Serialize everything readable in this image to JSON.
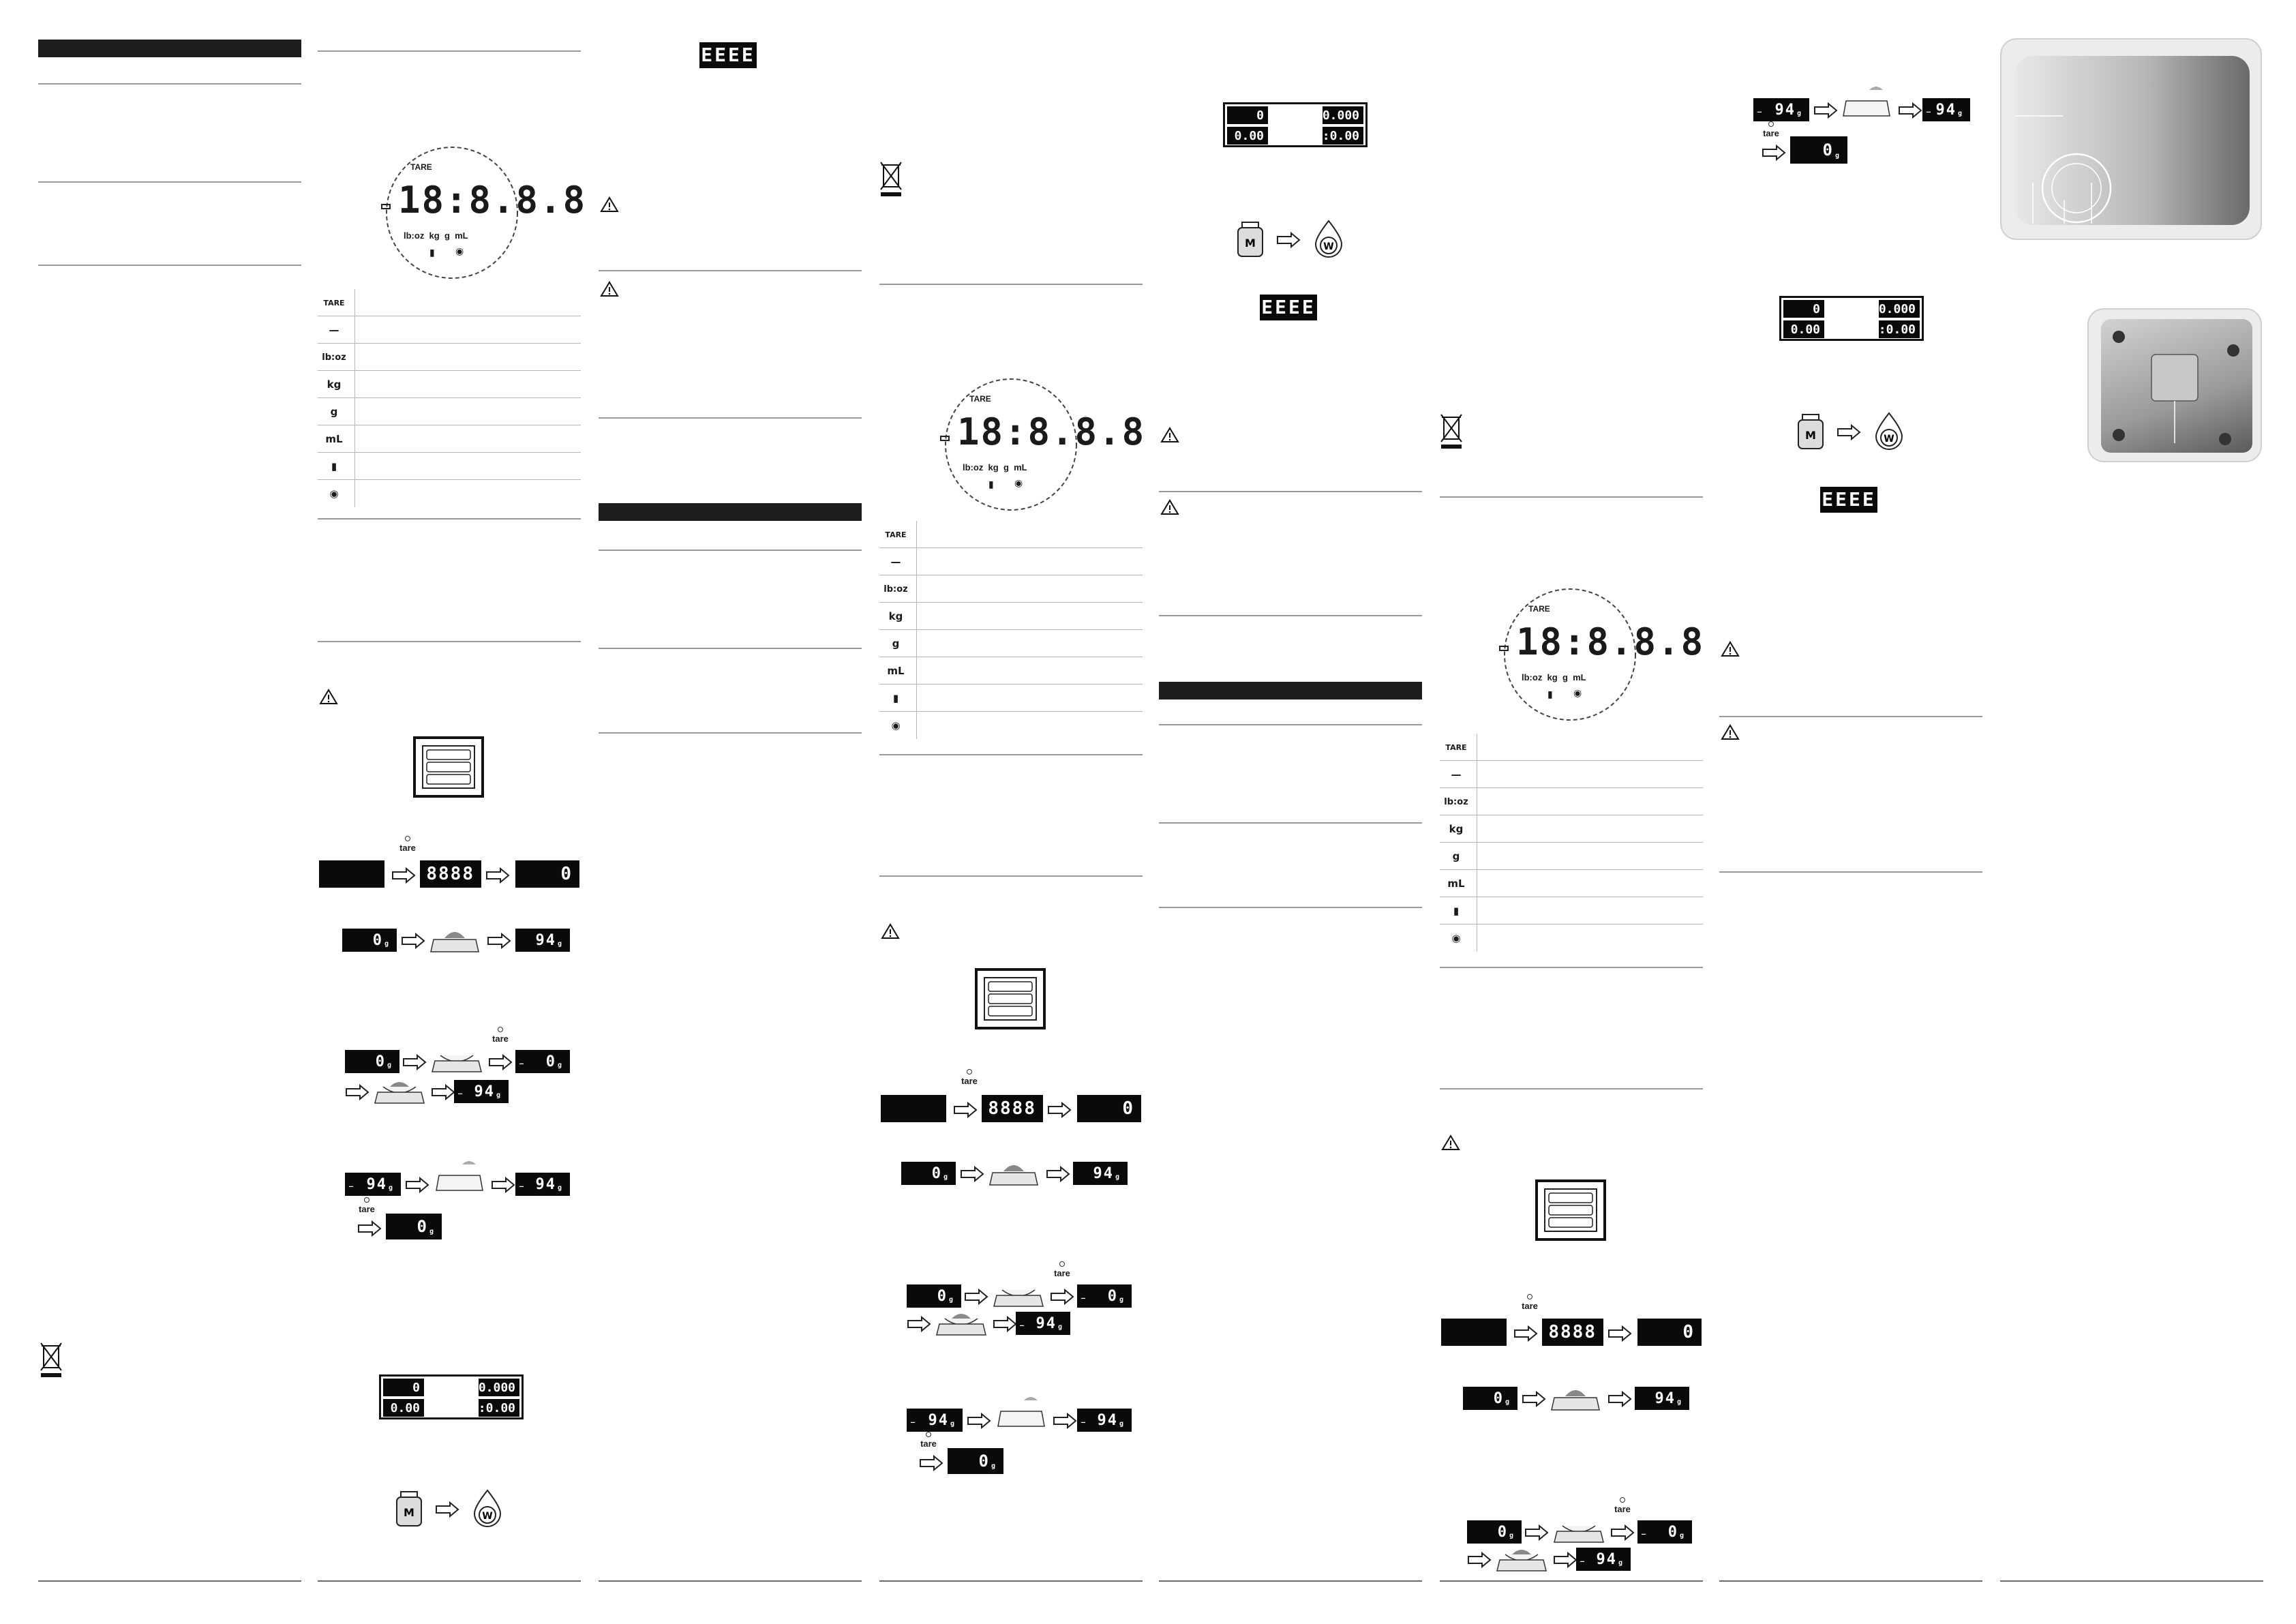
{
  "display": {
    "tare": "TARE",
    "digits": "18:8.8.8",
    "units": "lb:oz  kg  g  mL"
  },
  "symbols": [
    {
      "icon": "tare-label",
      "glyph": "TARE"
    },
    {
      "icon": "minus-bar",
      "glyph": "—"
    },
    {
      "icon": "lboz-unit",
      "glyph": "lb:oz"
    },
    {
      "icon": "kg-unit",
      "glyph": "kg"
    },
    {
      "icon": "g-unit",
      "glyph": "g"
    },
    {
      "icon": "ml-unit",
      "glyph": "mL"
    },
    {
      "icon": "battery-icon",
      "glyph": "▮"
    },
    {
      "icon": "water-drop-icon",
      "glyph": "◉"
    }
  ],
  "sequences": {
    "power_on": {
      "test": "8888",
      "result": "0",
      "button": "tare"
    },
    "weigh": {
      "start": "0",
      "result": "94",
      "unit": "g"
    },
    "tare_bowl": {
      "start": "0",
      "tared": "0",
      "result": "94",
      "sign": "—",
      "button": "tare"
    },
    "remove": {
      "start": "94",
      "after": "94",
      "zero": "0",
      "sign": "—",
      "button": "tare"
    }
  },
  "units_panel": {
    "a": "0",
    "b": "0.000",
    "c": "0.00",
    "d": "0:0.00"
  },
  "error": "EEEE",
  "convert": {
    "left": "M",
    "right": "W"
  }
}
